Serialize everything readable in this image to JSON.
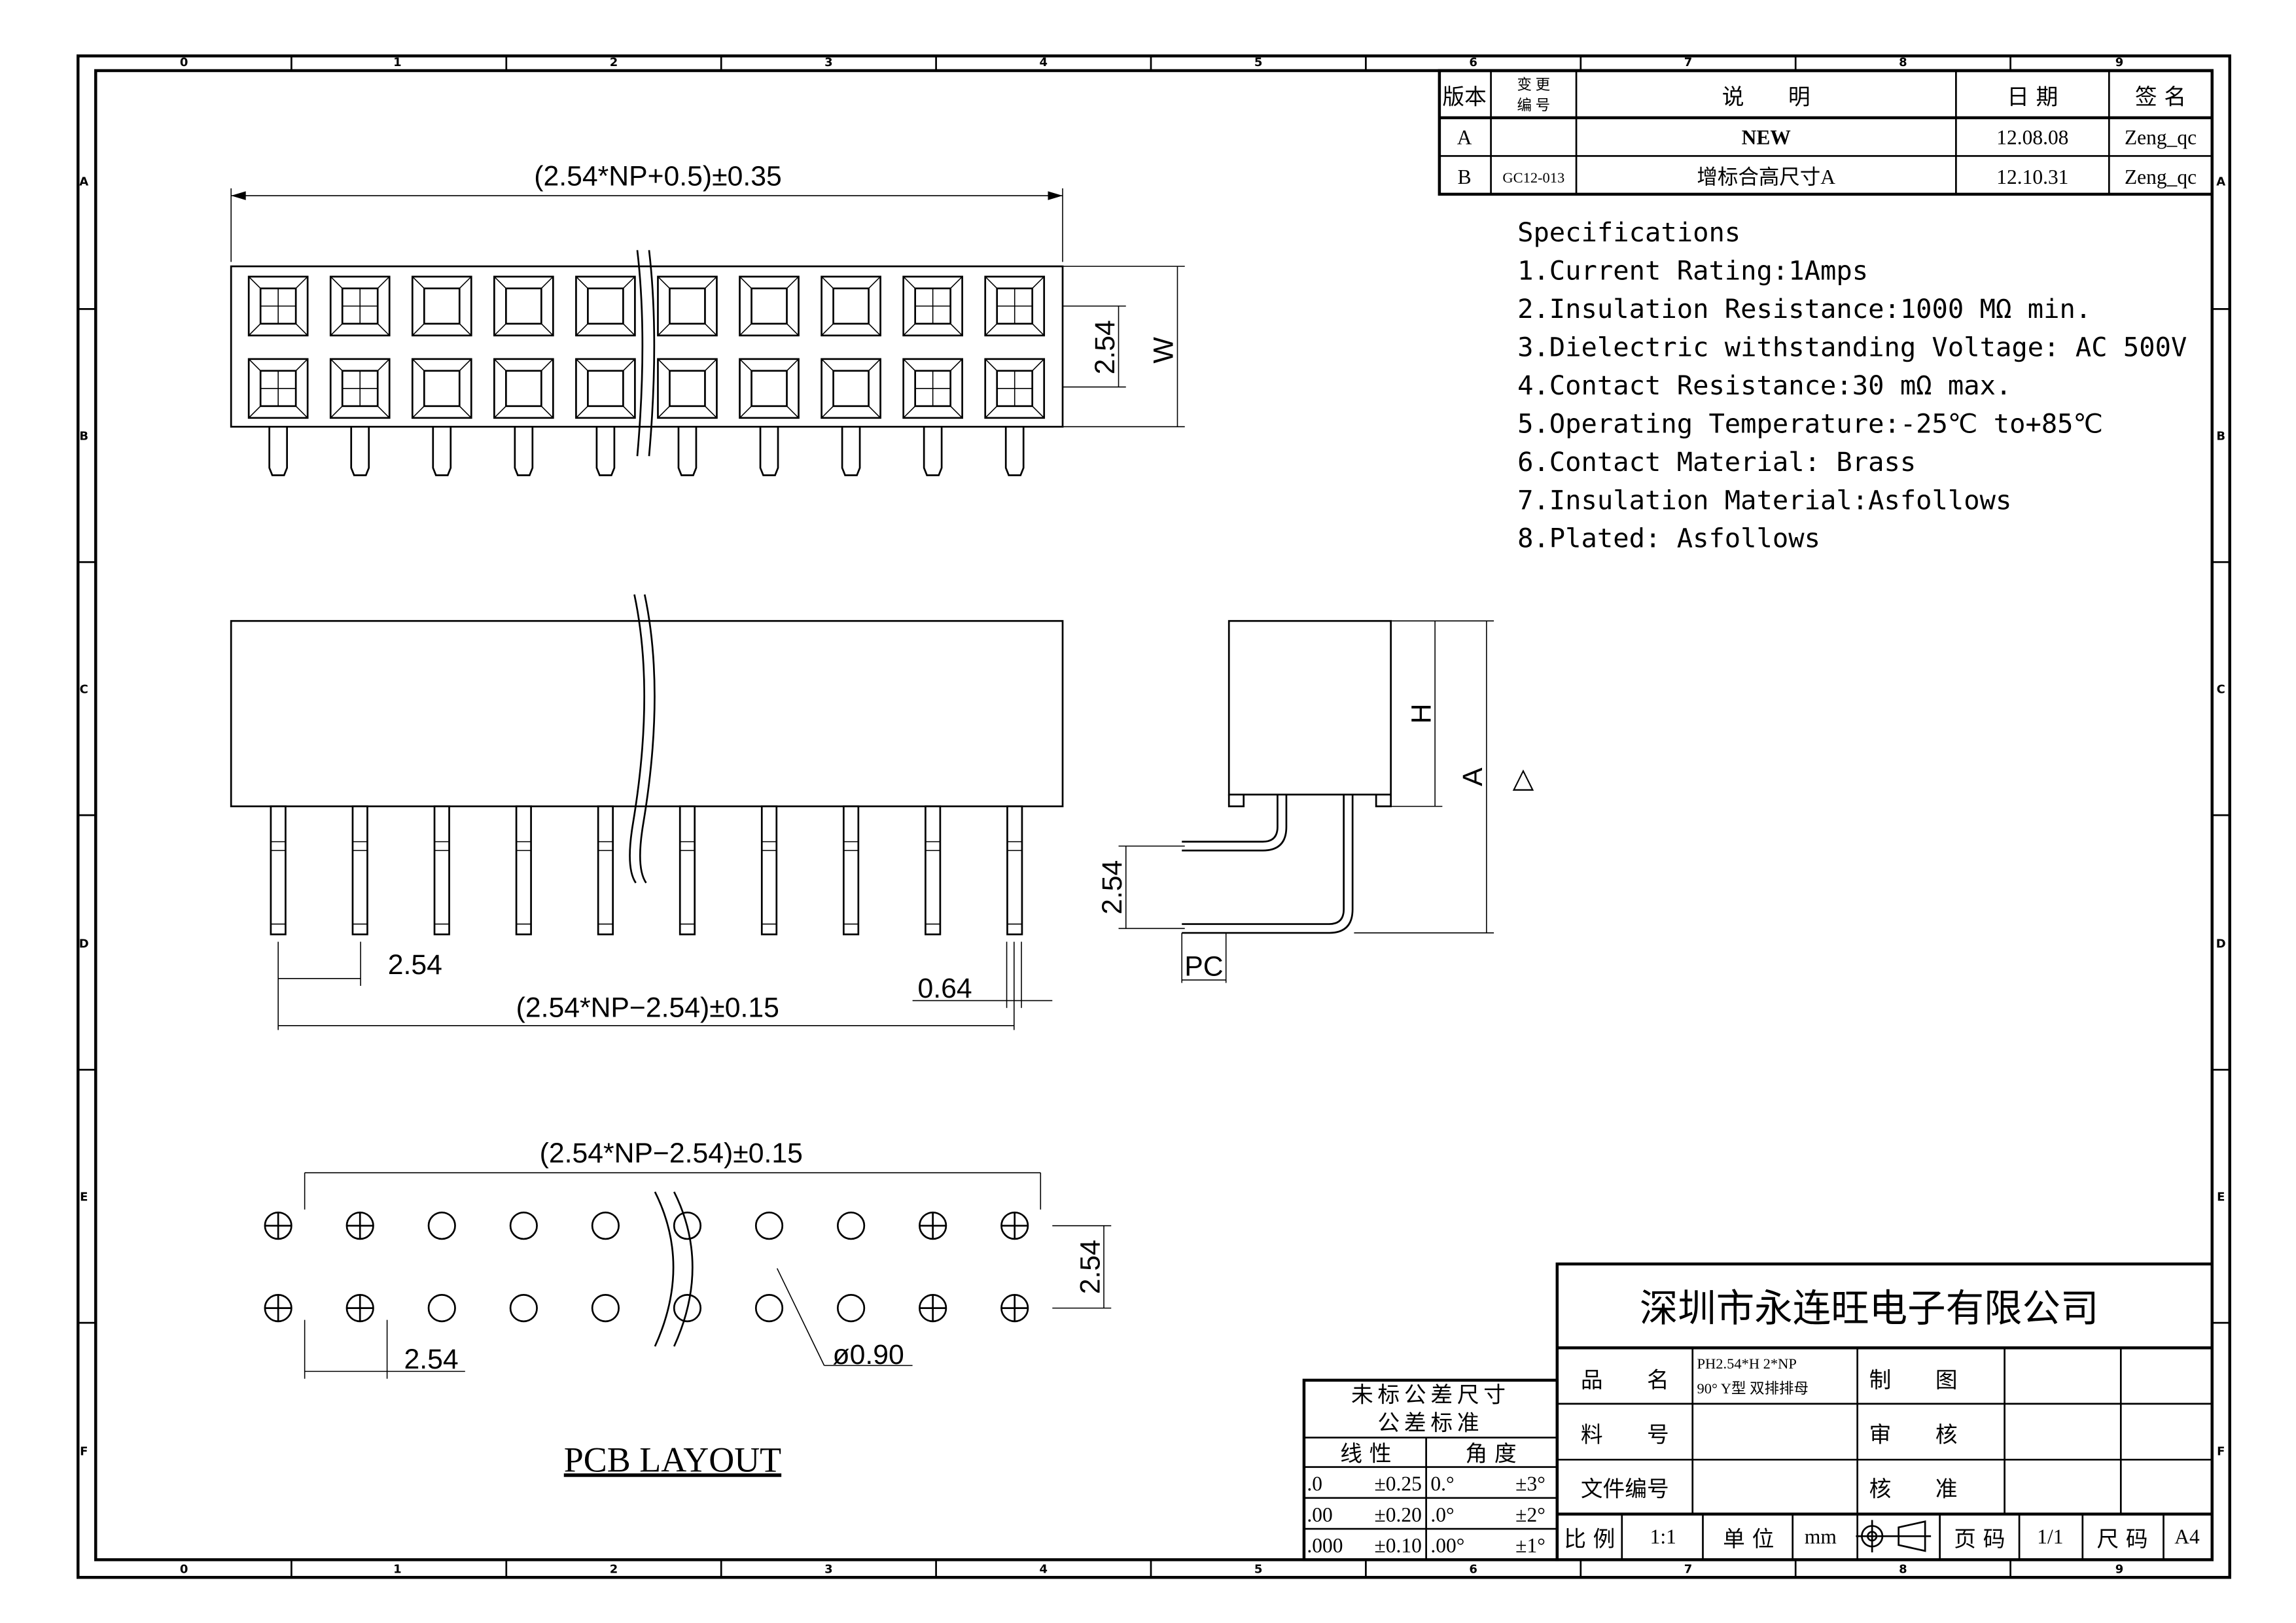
{
  "frame": {
    "columns": [
      "0",
      "1",
      "2",
      "3",
      "4",
      "5",
      "6",
      "7",
      "8",
      "9"
    ],
    "rows": [
      "A",
      "B",
      "C",
      "D",
      "E",
      "F"
    ]
  },
  "revision_table": {
    "headers": {
      "version": "版本",
      "change_no_1": "变 更",
      "change_no_2": "编 号",
      "description": "说　　明",
      "date": "日 期",
      "sign": "签 名"
    },
    "rows": [
      {
        "version": "A",
        "change_no": "",
        "description": "NEW",
        "date": "12.08.08",
        "sign": "Zeng_qc"
      },
      {
        "version": "B",
        "change_no": "GC12-013",
        "description": "增标合高尺寸A",
        "date": "12.10.31",
        "sign": "Zeng_qc"
      }
    ]
  },
  "specifications": {
    "title": "Specifications",
    "items": [
      "1.Current Rating:1Amps",
      "2.Insulation Resistance:1000 MΩ min.",
      "3.Dielectric withstanding Voltage: AC 500V",
      "4.Contact Resistance:30 mΩ max.",
      "5.Operating Temperature:-25℃ to+85℃",
      "6.Contact Material:  Brass",
      "7.Insulation Material:Asfollows",
      "8.Plated: Asfollows"
    ]
  },
  "top_view": {
    "pin_columns": 10,
    "dim_length": "(2.54*NP+0.5)±0.35",
    "dim_pitch": "2.54",
    "dim_width": "W"
  },
  "front_view": {
    "dim_pitch": "2.54",
    "dim_span": "(2.54*NP−2.54)±0.15",
    "dim_pin": "0.64"
  },
  "side_view": {
    "dim_h": "H",
    "dim_a": "A",
    "dim_pitch": "2.54",
    "dim_pc": "PC",
    "revision_mark": "△"
  },
  "pcb_layout": {
    "dim_span": "(2.54*NP−2.54)±0.15",
    "dim_pitch_v": "2.54",
    "dim_pitch_h": "2.54",
    "dim_hole": "ø0.90",
    "title": "PCB LAYOUT"
  },
  "tolerance_table": {
    "title_1": "未标公差尺寸",
    "title_2": "公差标准",
    "linear": "线 性",
    "angle": "角 度",
    "rows": [
      {
        "lin": ".0",
        "lin_tol": "±0.25",
        "ang": "0.°",
        "ang_tol": "±3°"
      },
      {
        "lin": ".00",
        "lin_tol": "±0.20",
        "ang": ".0°",
        "ang_tol": "±2°"
      },
      {
        "lin": ".000",
        "lin_tol": "±0.10",
        "ang": ".00°",
        "ang_tol": "±1°"
      }
    ]
  },
  "title_block": {
    "company": "深圳市永连旺电子有限公司",
    "product_name_label": "品　　名",
    "product_name_1": "PH2.54*H 2*NP",
    "product_name_2": "90° Y型 双排排母",
    "part_no_label": "料　　号",
    "doc_no_label": "文件编号",
    "drawn_label": "制　　图",
    "checked_label": "审　　核",
    "approved_label": "核　　准",
    "scale_label": "比 例",
    "scale": "1:1",
    "unit_label": "单 位",
    "unit": "mm",
    "page_label": "页 码",
    "page": "1/1",
    "size_label": "尺 码",
    "size": "A4"
  }
}
